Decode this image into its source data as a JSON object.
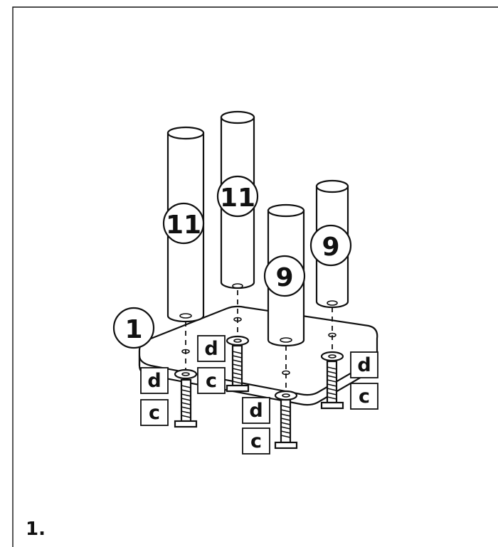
{
  "step": {
    "number": "1."
  },
  "callouts": {
    "leg_back_left": "11",
    "leg_back_right": "11",
    "leg_front_mid": "9",
    "leg_front_right": "9",
    "plate": "1"
  },
  "hardware": {
    "washer_label": "d",
    "bolt_label": "c"
  }
}
